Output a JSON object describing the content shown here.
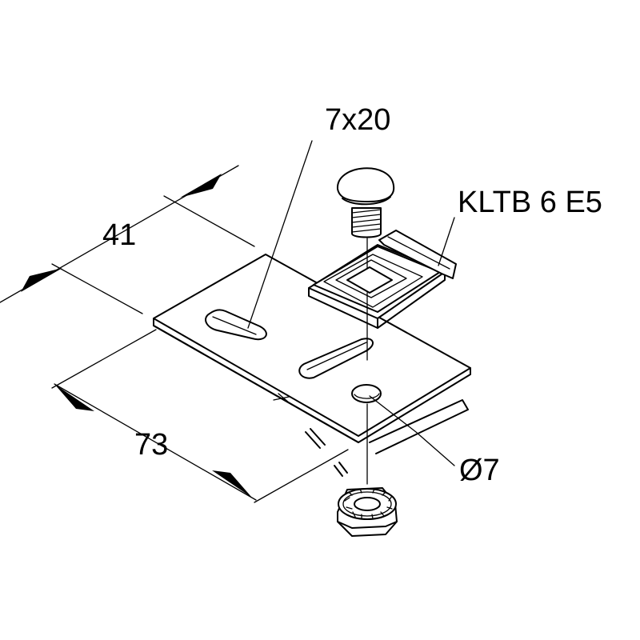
{
  "labels": {
    "slot": "7x20",
    "width": "41",
    "part": "KLTB 6 E5",
    "length": "73",
    "hole": "Ø7"
  }
}
